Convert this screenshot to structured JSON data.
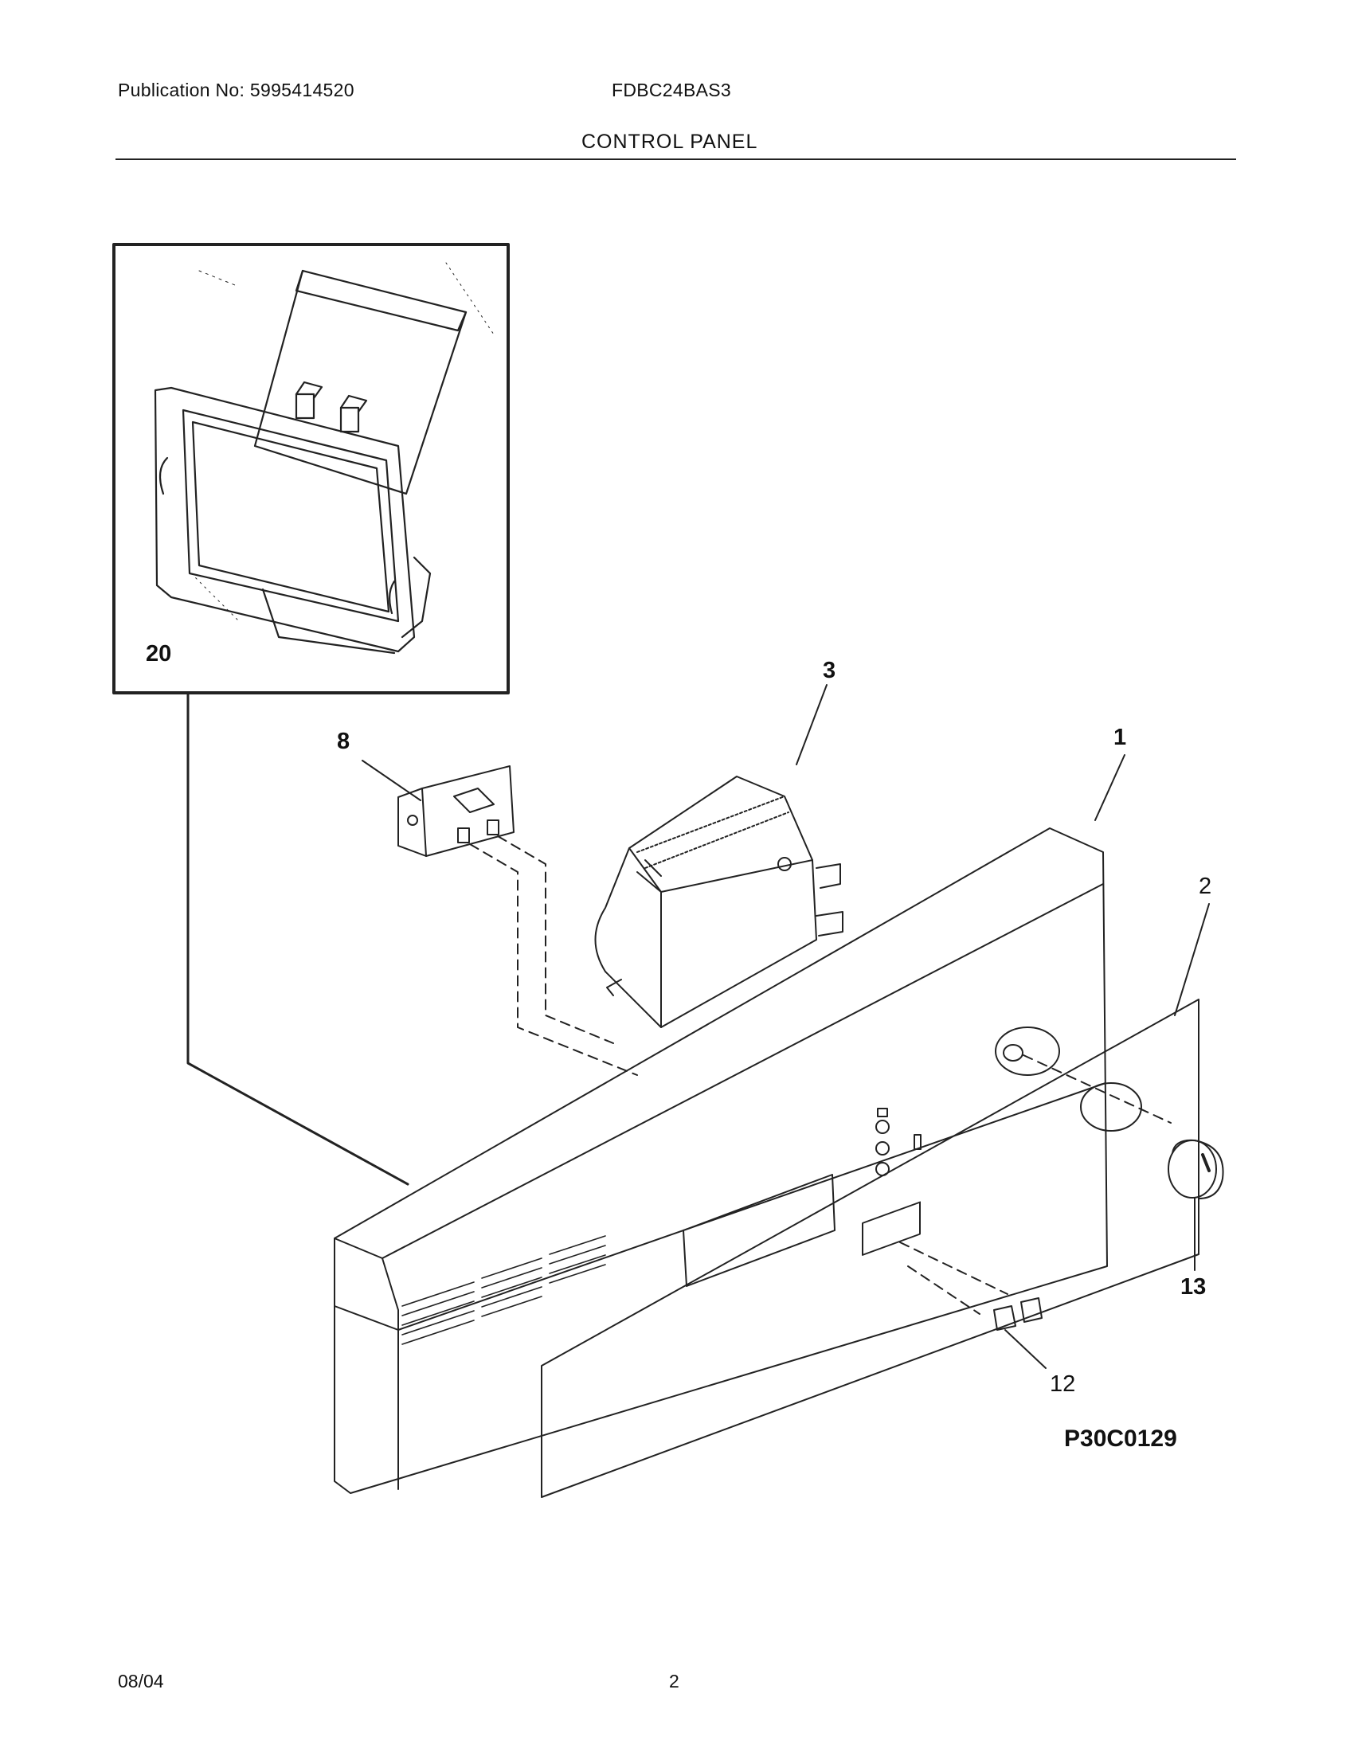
{
  "header": {
    "publication": "Publication No: 5995414520",
    "model": "FDBC24BAS3",
    "section_title": "CONTROL PANEL"
  },
  "diagram": {
    "part_callouts": [
      "20",
      "3",
      "8",
      "1",
      "2",
      "13",
      "12"
    ],
    "drawing_id": "P30C0129"
  },
  "footer": {
    "date": "08/04",
    "page": "2"
  }
}
